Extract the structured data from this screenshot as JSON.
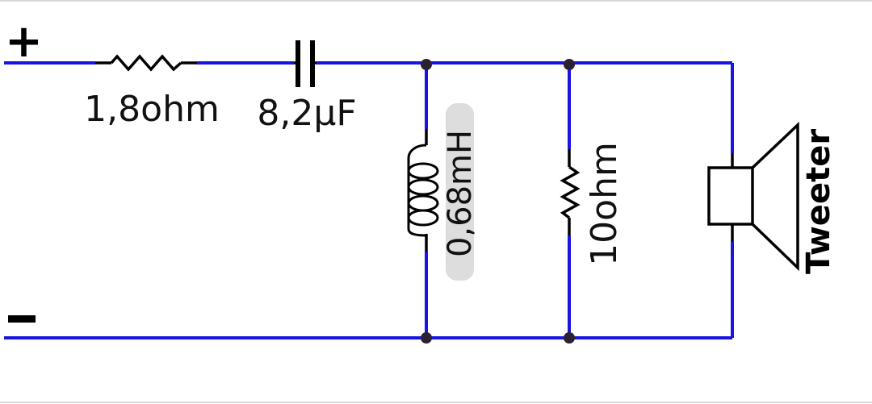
{
  "diagram": {
    "terminals": {
      "positive": "+",
      "negative": "−"
    },
    "components": {
      "series_resistor": "1,8ohm",
      "series_capacitor": "8,2µF",
      "shunt_inductor": "0,68mH",
      "shunt_resistor": "10ohm",
      "speaker": "Tweeter"
    },
    "colors": {
      "wire": "#1a14e0",
      "component": "#000000",
      "node": "#2a2233",
      "inductor_label_bg": "#dddddd",
      "background": "#ffffff"
    }
  }
}
